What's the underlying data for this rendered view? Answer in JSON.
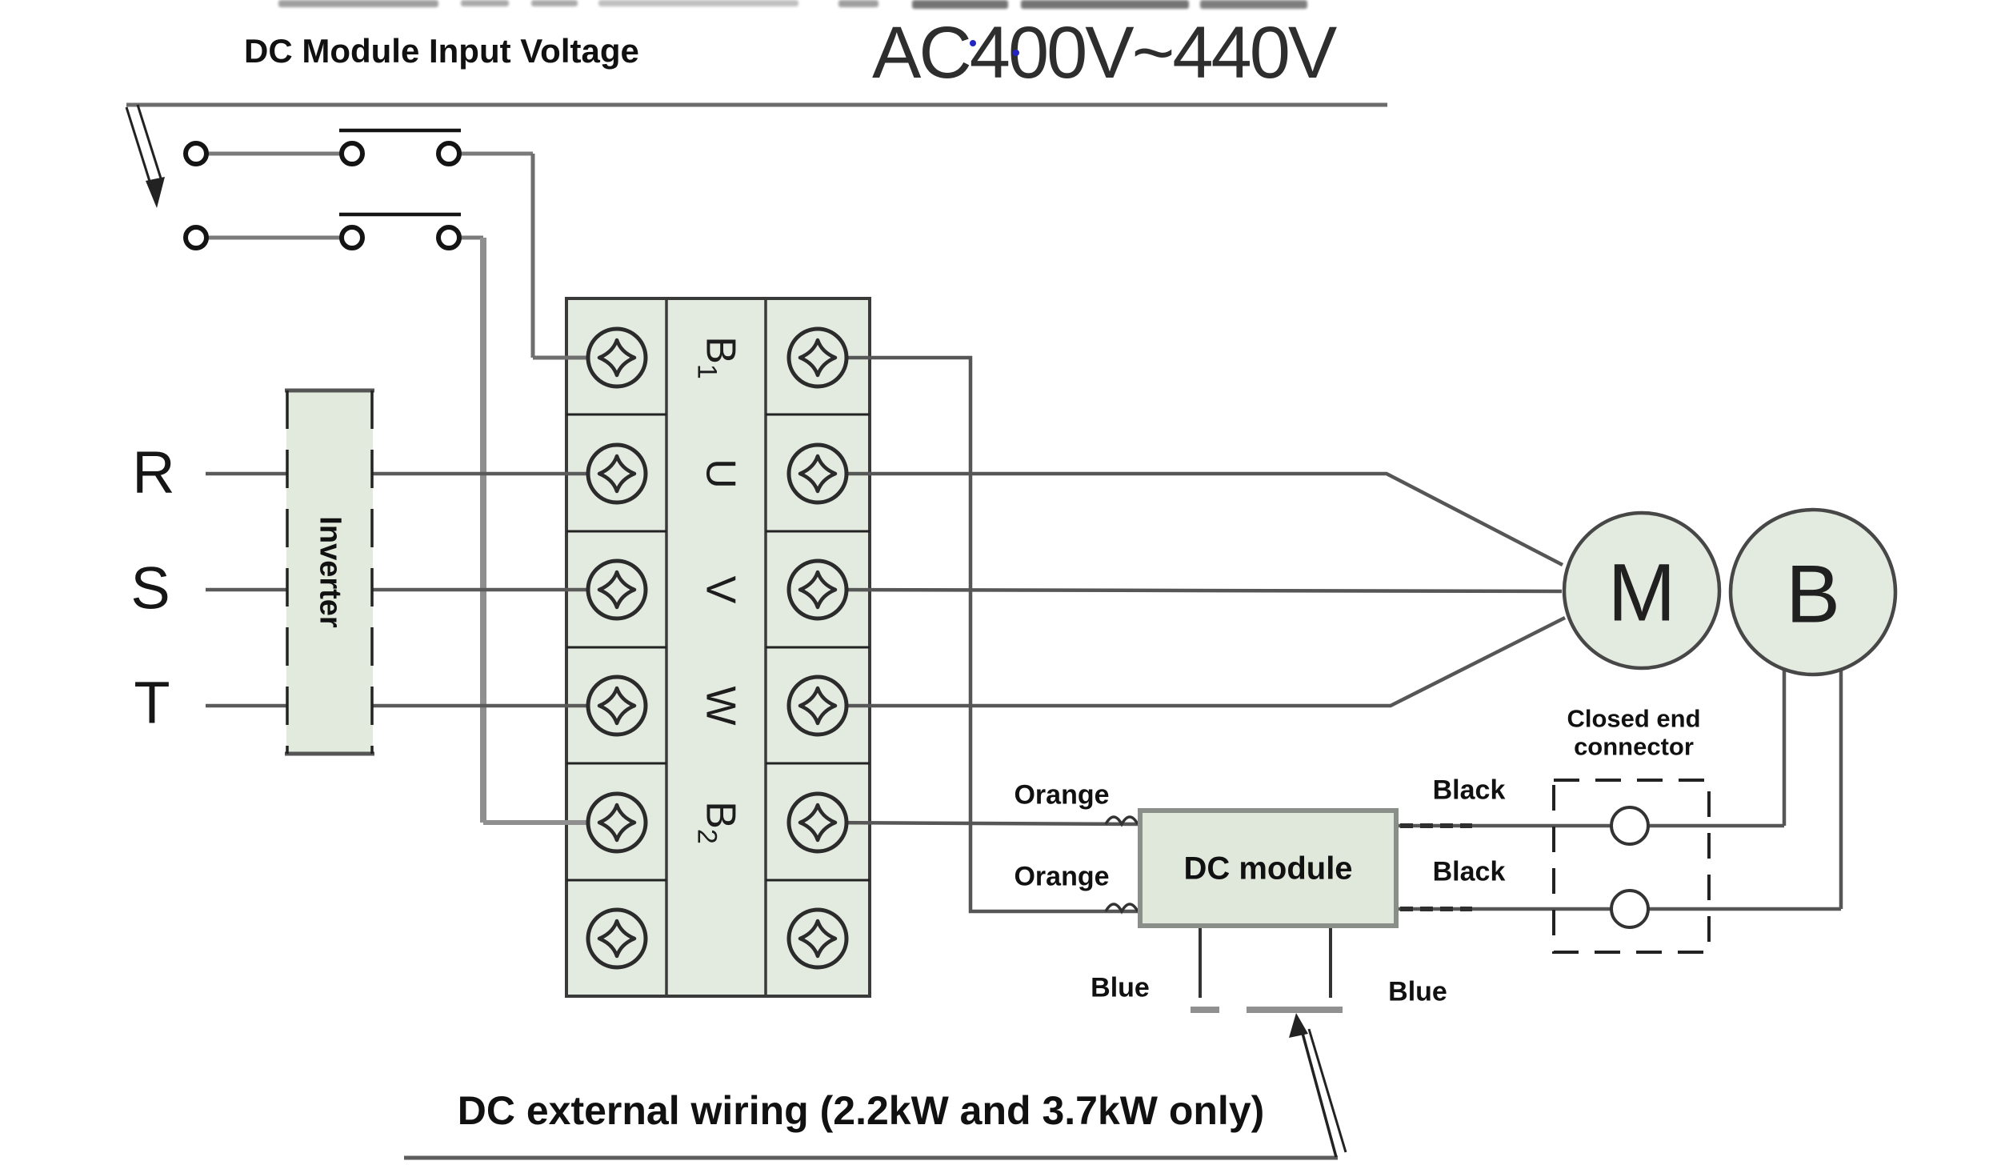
{
  "titles": {
    "dc_input": "DC Module Input Voltage",
    "ac_range": "AC400V~440V"
  },
  "source_terminals": {
    "r": "R",
    "s": "S",
    "t": "T"
  },
  "inverter": {
    "label": "Inverter"
  },
  "terminal_block": {
    "labels": [
      {
        "main": "B",
        "sub": "1"
      },
      {
        "main": "U",
        "sub": ""
      },
      {
        "main": "V",
        "sub": ""
      },
      {
        "main": "W",
        "sub": ""
      },
      {
        "main": "B",
        "sub": "2"
      }
    ]
  },
  "motor": {
    "label": "M"
  },
  "brake": {
    "label": "B"
  },
  "dc_module": {
    "label": "DC module"
  },
  "wire_labels": {
    "orange_top": "Orange",
    "orange_bottom": "Orange",
    "black_top": "Black",
    "black_bottom": "Black",
    "blue_left": "Blue",
    "blue_right": "Blue"
  },
  "connector": {
    "line1": "Closed end",
    "line2": "connector"
  },
  "caption": "DC external wiring (2.2kW and 3.7kW only)",
  "colors": {
    "panel_green": "#e3ebe0",
    "module_green": "#dfe8db",
    "wire_gray": "#6e6e6e",
    "line_dark": "#2b2b2b"
  }
}
